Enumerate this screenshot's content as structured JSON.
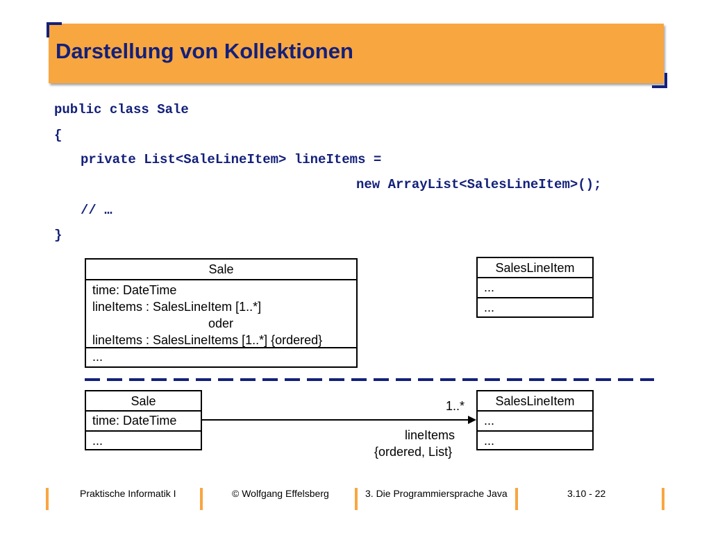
{
  "slide": {
    "title": "Darstellung von Kollektionen"
  },
  "code": {
    "lines": [
      "public class Sale",
      "{",
      "private List<SaleLineItem> lineItems =",
      "new ArrayList<SalesLineItem>();",
      "// …",
      "}"
    ]
  },
  "diagram_top": {
    "sale": {
      "name": "Sale",
      "attr1": "time: DateTime",
      "attr2": "lineItems : SalesLineItem [1..*]",
      "attr3": "oder",
      "attr4": "lineItems : SalesLineItems [1..*] {ordered}",
      "ops": "..."
    },
    "salesLineItem": {
      "name": "SalesLineItem",
      "attrs": "...",
      "ops": "..."
    }
  },
  "diagram_bottom": {
    "sale": {
      "name": "Sale",
      "attrs": "time: DateTime",
      "ops": "..."
    },
    "salesLineItem": {
      "name": "SalesLineItem",
      "attrs": "...",
      "ops": "..."
    },
    "association": {
      "multiplicity": "1..*",
      "role": "lineItems",
      "constraint": "{ordered, List}"
    }
  },
  "footer": {
    "course": "Praktische Informatik I",
    "author": "© Wolfgang Effelsberg",
    "chapter": "3. Die Programmiersprache Java",
    "page": "3.10 - 22"
  },
  "colors": {
    "title_bg": "#f8a640",
    "title_fg": "#13207a",
    "code_fg": "#13207a",
    "footer_accent": "#f8a640"
  }
}
